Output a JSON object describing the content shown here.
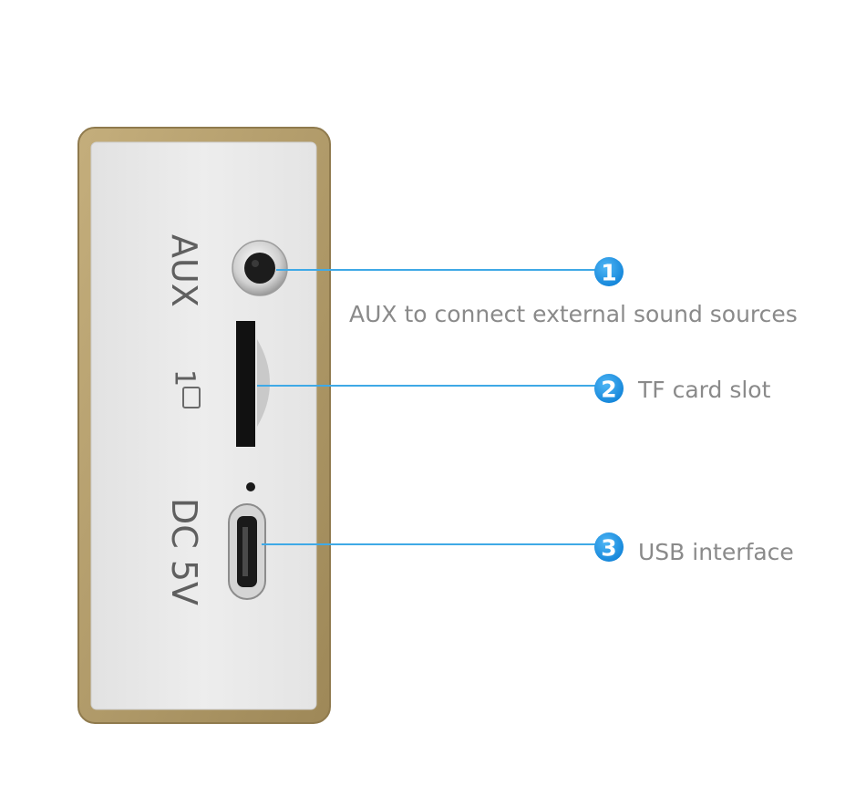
{
  "panel_labels": {
    "aux": "AUX",
    "tf_icon": "1",
    "dc": "DC 5V"
  },
  "callouts": [
    {
      "number": "1",
      "text": "AUX to connect external sound sources"
    },
    {
      "number": "2",
      "text": "TF card slot"
    },
    {
      "number": "3",
      "text": "USB interface"
    }
  ],
  "colors": {
    "frame": "#b39d6a",
    "panel": "#e8e8e8",
    "leader_line": "#3fa9e6",
    "badge": "#1a8fe0",
    "callout_text": "#8a8a8a",
    "panel_label": "#5f5f5f"
  }
}
